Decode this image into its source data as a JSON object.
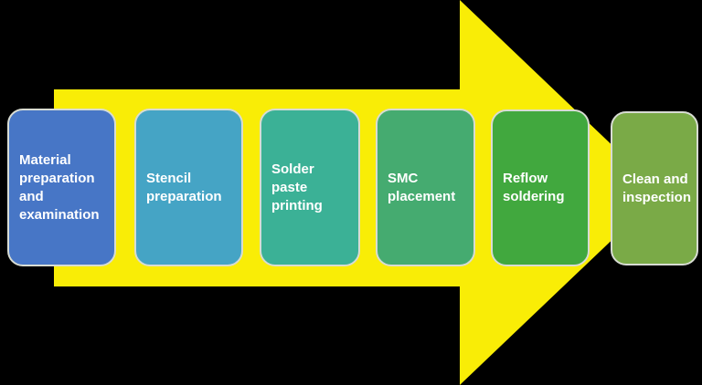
{
  "diagram": {
    "type": "process-flow-arrow",
    "direction": "right"
  },
  "colors": {
    "background": "#000000",
    "arrow": "#F9ED06",
    "text": "#FFFFFF",
    "box-border": "#D8DCD3"
  },
  "steps": [
    {
      "label": "Material\npreparation\nand\nexamination",
      "color": "#4776C6"
    },
    {
      "label": "Stencil\npreparation",
      "color": "#45A4C5"
    },
    {
      "label": "Solder\npaste\nprinting",
      "color": "#3BB196"
    },
    {
      "label": "SMC\nplacement",
      "color": "#45AB70"
    },
    {
      "label": "Reflow\nsoldering",
      "color": "#41A83E"
    },
    {
      "label": "Clean and\ninspection",
      "color": "#7AAA47"
    }
  ]
}
